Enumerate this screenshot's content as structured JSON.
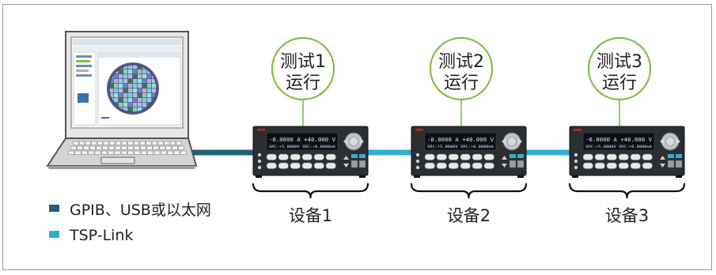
{
  "colors": {
    "gpib_usb_ethernet": "#1f5f7a",
    "tsp_link": "#2fb0d0",
    "bubble_border": "#7cc242",
    "instrument_body": "#2b2e33",
    "lcd_text": "#cfe8ff",
    "accent_red": "#d02020"
  },
  "legend": [
    {
      "label": "GPIB、USB或以太网",
      "color_key": "gpib_usb_ethernet"
    },
    {
      "label": "TSP-Link",
      "color_key": "tsp_link"
    }
  ],
  "devices": [
    {
      "label": "设备1",
      "test_line1": "测试1",
      "test_line2": "运行",
      "display_line1": "-0.0000 A +40.000 V",
      "display_line2": "SRC:+5.0000V  SRC:+0.0000mA"
    },
    {
      "label": "设备2",
      "test_line1": "测试2",
      "test_line2": "运行",
      "display_line1": "-0.0000 A +40.000 V",
      "display_line2": "SRC:+5.0000V  SRC:+0.0000mA"
    },
    {
      "label": "设备3",
      "test_line1": "测试3",
      "test_line2": "运行",
      "display_line1": "-0.0000 A +40.000 V",
      "display_line2": "SRC:+5.0000V  SRC:+0.0000mA"
    }
  ],
  "laptop": {
    "icons": [
      "laptop-icon",
      "wafer-map-icon"
    ]
  }
}
